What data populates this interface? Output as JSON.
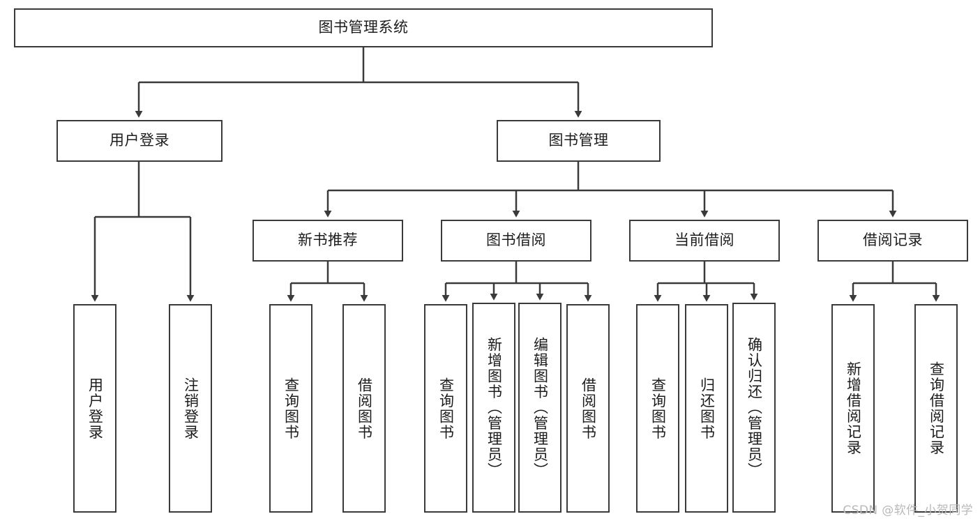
{
  "diagram": {
    "title": "图书管理系统",
    "watermark": "CSDN @软件_小贺同学",
    "colors": {
      "stroke": "#3a3a3a",
      "node_fill": "#ffffff",
      "text": "#1c1c1c",
      "watermark": "#b9b9b9",
      "background": "#ffffff"
    },
    "nodes": {
      "root": {
        "label": "图书管理系统"
      },
      "level2": [
        {
          "label": "用户登录"
        },
        {
          "label": "图书管理"
        }
      ],
      "level3": [
        {
          "label": "新书推荐"
        },
        {
          "label": "图书借阅"
        },
        {
          "label": "当前借阅"
        },
        {
          "label": "借阅记录"
        }
      ],
      "leaves_user_login": [
        {
          "label": "用户登录"
        },
        {
          "label": "注销登录"
        }
      ],
      "leaves_new_book": [
        {
          "label": "查询图书"
        },
        {
          "label": "借阅图书"
        }
      ],
      "leaves_borrow": [
        {
          "label": "查询图书"
        },
        {
          "label": "新增图书（管理员）"
        },
        {
          "label": "编辑图书（管理员）"
        },
        {
          "label": "借阅图书"
        }
      ],
      "leaves_current": [
        {
          "label": "查询图书"
        },
        {
          "label": "归还图书"
        },
        {
          "label": "确认归还（管理员）"
        }
      ],
      "leaves_records": [
        {
          "label": "新增借阅记录"
        },
        {
          "label": "查询借阅记录"
        }
      ]
    }
  }
}
